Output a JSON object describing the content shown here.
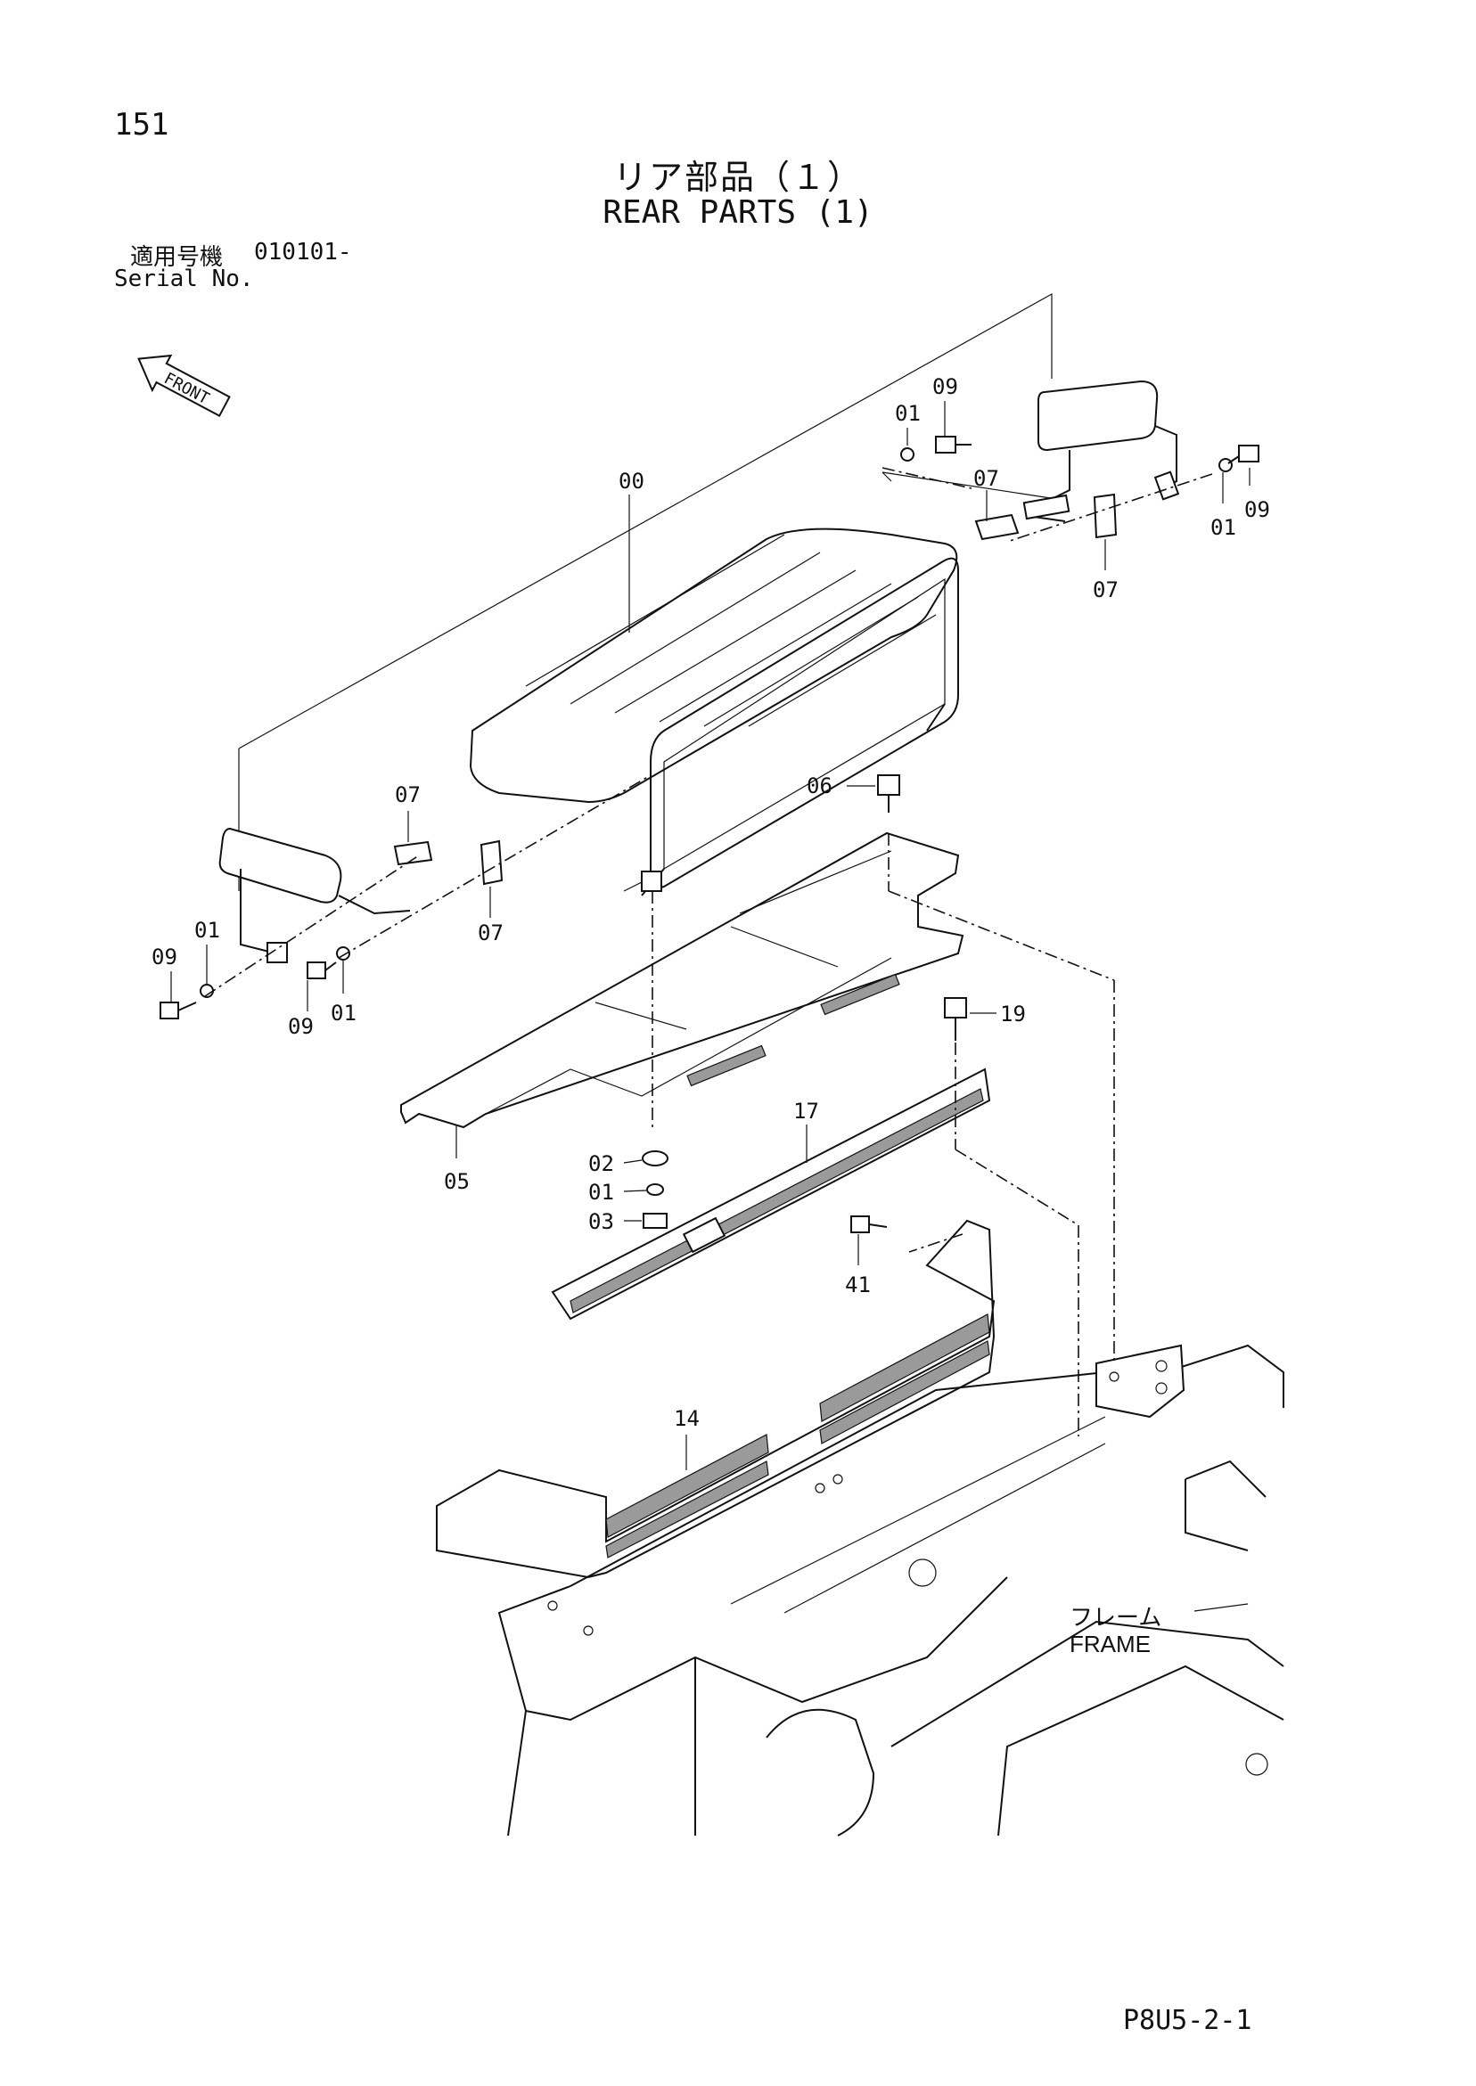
{
  "page": {
    "number": "151",
    "title_jp": "リア部品（１）",
    "title_en": "REAR PARTS (1)",
    "serial_label_jp": "適用号機",
    "serial_value": "010101-",
    "serial_label_en": "Serial No.",
    "doc_code": "P8U5-2-1"
  },
  "front_indicator": {
    "label": "FRONT",
    "icon": "arrow-front-icon"
  },
  "frame_label": {
    "jp": "フレーム",
    "en": "FRAME"
  },
  "callouts": {
    "c00": "00",
    "c01_top": "01",
    "c09_top": "09",
    "c01_right": "01",
    "c09_right": "09",
    "c07_top": "07",
    "c07_right": "07",
    "c06": "06",
    "c07_left": "07",
    "c07_left_lower": "07",
    "c09_left_a": "09",
    "c01_left_a": "01",
    "c09_left_b": "09",
    "c01_left_b": "01",
    "c19": "19",
    "c17": "17",
    "c02": "02",
    "c01_mid": "01",
    "c03": "03",
    "c05": "05",
    "c41": "41",
    "c14": "14"
  }
}
